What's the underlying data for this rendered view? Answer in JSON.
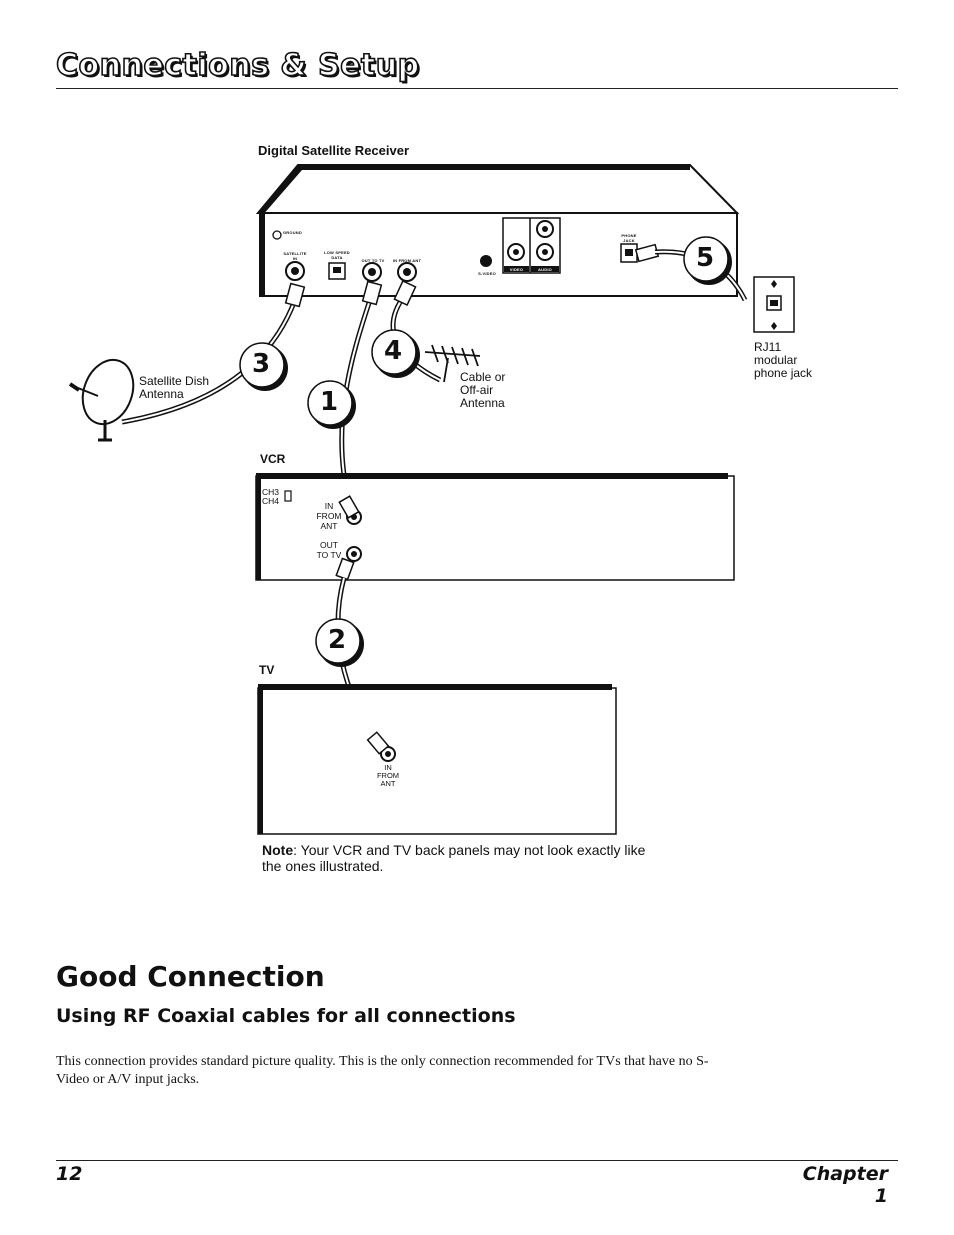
{
  "header": {
    "title": "Connections & Setup"
  },
  "diagram": {
    "receiver_label": "Digital Satellite Receiver",
    "receiver_ports": {
      "ground": "GROUND",
      "satellite_in": "SATELLITE IN",
      "low_speed_data": "LOW SPEED DATA",
      "out_to_tv": "OUT TO TV",
      "in_from_ant": "IN FROM ANT",
      "s_video": "S-VIDEO",
      "video": "VIDEO",
      "audio": "AUDIO",
      "phone_jack": "PHONE JACK"
    },
    "steps": [
      "1",
      "2",
      "3",
      "4",
      "5"
    ],
    "satellite_dish_label": "Satellite Dish Antenna",
    "antenna_label": "Cable or Off-air Antenna",
    "phone_jack_label": "RJ11 modular phone jack",
    "vcr_label": "VCR",
    "vcr_ch3": "CH3",
    "vcr_ch4": "CH4",
    "vcr_in_from_ant": "IN FROM ANT",
    "vcr_out_to_tv": "OUT TO TV",
    "tv_label": "TV",
    "tv_in_from_ant": "IN FROM ANT"
  },
  "note": {
    "label": "Note",
    "text": ": Your VCR and TV back panels may not look exactly like the ones illustrated."
  },
  "section": {
    "title": "Good Connection",
    "subtitle": "Using RF Coaxial cables for all connections",
    "body": "This connection provides standard picture quality. This is the only connection recommended for TVs that have no S-Video or A/V input jacks."
  },
  "footer": {
    "page_number": "12",
    "chapter": "Chapter 1"
  }
}
